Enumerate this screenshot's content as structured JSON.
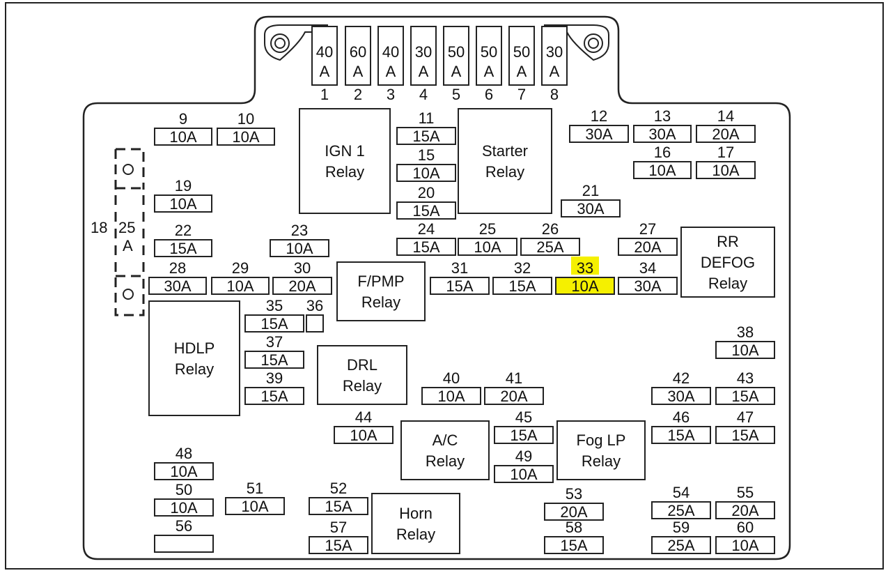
{
  "top_fuses": [
    {
      "num": "1",
      "amp": "40",
      "unit": "A"
    },
    {
      "num": "2",
      "amp": "60",
      "unit": "A"
    },
    {
      "num": "3",
      "amp": "40",
      "unit": "A"
    },
    {
      "num": "4",
      "amp": "30",
      "unit": "A"
    },
    {
      "num": "5",
      "amp": "50",
      "unit": "A"
    },
    {
      "num": "6",
      "amp": "50",
      "unit": "A"
    },
    {
      "num": "7",
      "amp": "50",
      "unit": "A"
    },
    {
      "num": "8",
      "amp": "30",
      "unit": "A"
    }
  ],
  "fuses": [
    {
      "num": "9",
      "rating": "10A"
    },
    {
      "num": "10",
      "rating": "10A"
    },
    {
      "num": "11",
      "rating": "15A"
    },
    {
      "num": "12",
      "rating": "30A"
    },
    {
      "num": "13",
      "rating": "30A"
    },
    {
      "num": "14",
      "rating": "20A"
    },
    {
      "num": "15",
      "rating": "10A"
    },
    {
      "num": "16",
      "rating": "10A"
    },
    {
      "num": "17",
      "rating": "10A"
    },
    {
      "num": "19",
      "rating": "10A"
    },
    {
      "num": "20",
      "rating": "15A"
    },
    {
      "num": "21",
      "rating": "30A"
    },
    {
      "num": "22",
      "rating": "15A"
    },
    {
      "num": "23",
      "rating": "10A"
    },
    {
      "num": "24",
      "rating": "15A"
    },
    {
      "num": "25",
      "rating": "10A"
    },
    {
      "num": "26",
      "rating": "25A"
    },
    {
      "num": "27",
      "rating": "20A"
    },
    {
      "num": "28",
      "rating": "30A"
    },
    {
      "num": "29",
      "rating": "10A"
    },
    {
      "num": "30",
      "rating": "20A"
    },
    {
      "num": "31",
      "rating": "15A"
    },
    {
      "num": "32",
      "rating": "15A"
    },
    {
      "num": "33",
      "rating": "10A",
      "highlight": true
    },
    {
      "num": "34",
      "rating": "30A"
    },
    {
      "num": "35",
      "rating": "15A"
    },
    {
      "num": "36",
      "rating": ""
    },
    {
      "num": "37",
      "rating": "15A"
    },
    {
      "num": "38",
      "rating": "10A"
    },
    {
      "num": "39",
      "rating": "15A"
    },
    {
      "num": "40",
      "rating": "10A"
    },
    {
      "num": "41",
      "rating": "20A"
    },
    {
      "num": "42",
      "rating": "30A"
    },
    {
      "num": "43",
      "rating": "15A"
    },
    {
      "num": "44",
      "rating": "10A"
    },
    {
      "num": "45",
      "rating": "15A"
    },
    {
      "num": "46",
      "rating": "15A"
    },
    {
      "num": "47",
      "rating": "15A"
    },
    {
      "num": "48",
      "rating": "10A"
    },
    {
      "num": "49",
      "rating": "10A"
    },
    {
      "num": "50",
      "rating": "10A"
    },
    {
      "num": "51",
      "rating": "10A"
    },
    {
      "num": "52",
      "rating": "15A"
    },
    {
      "num": "53",
      "rating": "20A"
    },
    {
      "num": "54",
      "rating": "25A"
    },
    {
      "num": "55",
      "rating": "20A"
    },
    {
      "num": "56",
      "rating": ""
    },
    {
      "num": "57",
      "rating": "15A"
    },
    {
      "num": "58",
      "rating": "15A"
    },
    {
      "num": "59",
      "rating": "25A"
    },
    {
      "num": "60",
      "rating": "10A"
    }
  ],
  "side_fuse": {
    "num": "18",
    "amp": "25",
    "unit": "A"
  },
  "relays": [
    {
      "id": "ign1",
      "lines": [
        "IGN 1",
        "Relay"
      ]
    },
    {
      "id": "starter",
      "lines": [
        "Starter",
        "Relay"
      ]
    },
    {
      "id": "rrdefog",
      "lines": [
        "RR",
        "DEFOG",
        "Relay"
      ]
    },
    {
      "id": "fpmp",
      "lines": [
        "F/PMP",
        "Relay"
      ]
    },
    {
      "id": "hdlp",
      "lines": [
        "HDLP",
        "Relay"
      ]
    },
    {
      "id": "drl",
      "lines": [
        "DRL",
        "Relay"
      ]
    },
    {
      "id": "ac",
      "lines": [
        "A/C",
        "Relay"
      ]
    },
    {
      "id": "foglp",
      "lines": [
        "Fog LP",
        "Relay"
      ]
    },
    {
      "id": "horn",
      "lines": [
        "Horn",
        "Relay"
      ]
    }
  ],
  "colors": {
    "highlight": "#f5f000",
    "outline": "#222222"
  }
}
